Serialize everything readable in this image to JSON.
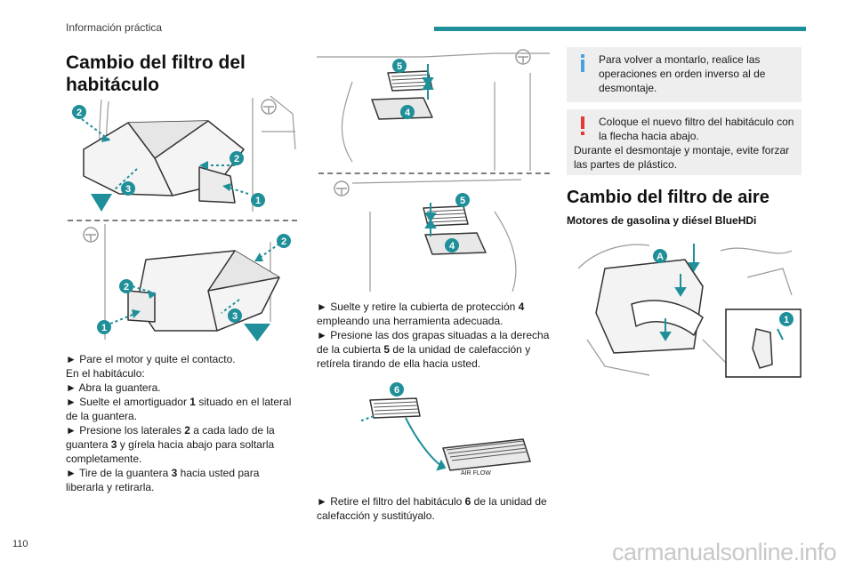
{
  "header": {
    "section": "Información práctica",
    "accent_color": "#1f8f99"
  },
  "page_number": "110",
  "footer_watermark": "carmanualsonline.info",
  "cabin_filter": {
    "title": "Cambio del filtro del habitáculo",
    "steps_left": [
      {
        "text": "► Pare el motor y quite el contacto."
      },
      {
        "text": "En el habitáculo:"
      },
      {
        "text": "► Abra la guantera."
      },
      {
        "pre": "► Suelte el amortiguador ",
        "bold": "1",
        "post": " situado en el lateral de la guantera."
      },
      {
        "pre": "► Presione los laterales ",
        "bold": "2",
        "mid": " a cada lado de la guantera ",
        "bold2": "3",
        "post": " y gírela hacia abajo para soltarla completamente."
      },
      {
        "pre": "► Tire de la guantera ",
        "bold": "3",
        "post": " hacia usted para liberarla y retirarla."
      }
    ],
    "steps_mid": [
      {
        "pre": "► Suelte y retire la cubierta de protección ",
        "bold": "4",
        "post": " empleando una herramienta adecuada."
      },
      {
        "pre": "► Presione las dos grapas situadas a la derecha de la cubierta ",
        "bold": "5",
        "post": " de la unidad de calefacción y retírela tirando de ella hacia usted."
      }
    ],
    "step_replace": {
      "pre": "► Retire el filtro del habitáculo ",
      "bold": "6",
      "post": " de la unidad de calefacción y sustitúyalo."
    },
    "filter_label": "AIR FLOW"
  },
  "notes": {
    "info": "Para volver a montarlo, realice las operaciones en orden inverso al de desmontaje.",
    "warning_line1": "Coloque el nuevo filtro del habitáculo con la flecha hacia abajo.",
    "warning_line2": "Durante el desmontaje y montaje, evite forzar las partes de plástico."
  },
  "air_filter": {
    "title": "Cambio del filtro de aire",
    "subtitle": "Motores de gasolina y diésel BlueHDi",
    "callouts": [
      "A",
      "1"
    ]
  },
  "callout_numbers": {
    "fig1": [
      "2",
      "2",
      "3",
      "1"
    ],
    "fig2": [
      "2",
      "2",
      "1",
      "3"
    ],
    "fig3": [
      "5",
      "4"
    ],
    "fig4": [
      "5",
      "4"
    ],
    "fig5": [
      "6"
    ]
  },
  "colors": {
    "callout": "#1f8f99",
    "info": "#4aa3df",
    "warning": "#e53935",
    "note_bg": "#eeeeee"
  }
}
